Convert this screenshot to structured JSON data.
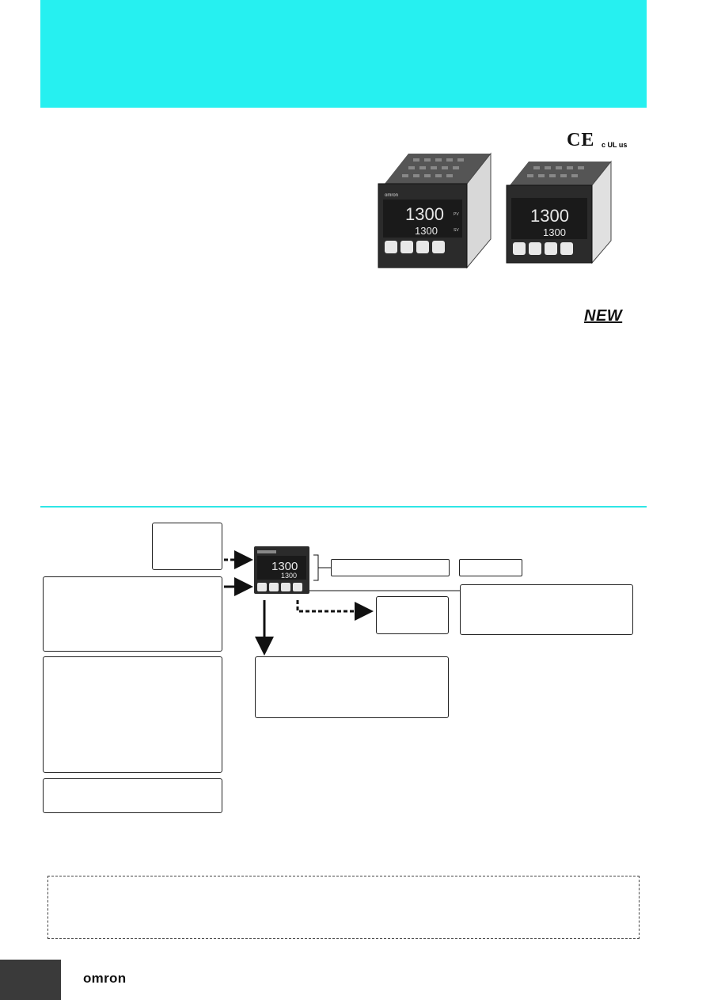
{
  "product": {
    "display_pv": "1300",
    "display_sv": "1300",
    "brand_logo": "omron",
    "pv_label": "PV",
    "sv_label": "SV"
  },
  "certifications": {
    "ce_mark": "CE",
    "ul_mark": "c UL us"
  },
  "new_badge": "NEW",
  "footer": {
    "logo": "omron"
  },
  "icons": {
    "ce": "ce-mark-icon",
    "ul": "ul-listed-icon",
    "arrow": "arrow-icon"
  },
  "colors": {
    "accent": "#26f0f0",
    "footer_block": "#3a3a3a",
    "device_body": "#2b2b2b"
  }
}
